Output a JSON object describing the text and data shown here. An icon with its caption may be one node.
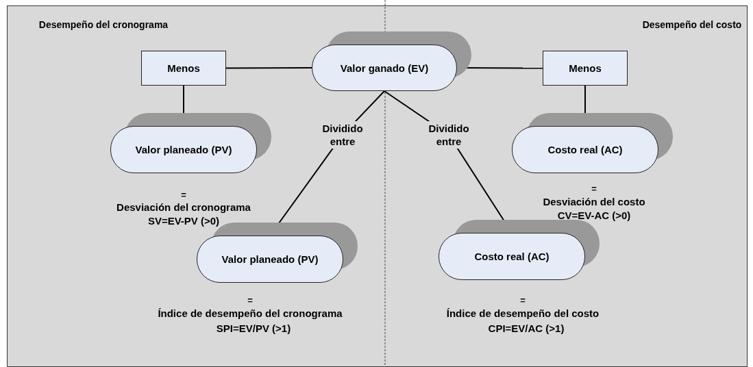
{
  "diagram": {
    "nodes": [
      {
        "text": [
          "Valor ganado (EV)"
        ]
      },
      {
        "text": [
          "Menos"
        ]
      },
      {
        "text": [
          "Menos"
        ]
      },
      {
        "text": [
          "Valor planeado (PV)"
        ]
      },
      {
        "text": [
          "Costo real (AC)"
        ]
      },
      {
        "text": [
          "Valor planeado (PV)"
        ]
      },
      {
        "text": [
          "Costo real (AC)"
        ]
      }
    ],
    "edges": [
      {
        "from": 1,
        "to": 0,
        "arrow": "none"
      },
      {
        "from": 0,
        "to": 2,
        "arrow": "none"
      },
      {
        "from": 1,
        "to": 3,
        "arrow": "none"
      },
      {
        "from": 2,
        "to": 4,
        "arrow": "none"
      },
      {
        "from": 0,
        "to": 5,
        "arrow": "none",
        "label": "Dividido entre"
      },
      {
        "from": 0,
        "to": 6,
        "arrow": "none",
        "label": "Dividido entre"
      }
    ],
    "labels": [
      "Desempeño del cronograma",
      "Desempeño del costo",
      "=",
      "Desviación del cronograma",
      "SV=EV-PV (>0)",
      "=",
      "Desviación del costo",
      "CV=EV-AC (>0)",
      "=",
      "Índice de desempeño del cronograma",
      "SPI=EV/PV (>1)",
      "=",
      "Índice de desempeño del costo",
      "CPI=EV/AC (>1)"
    ]
  }
}
